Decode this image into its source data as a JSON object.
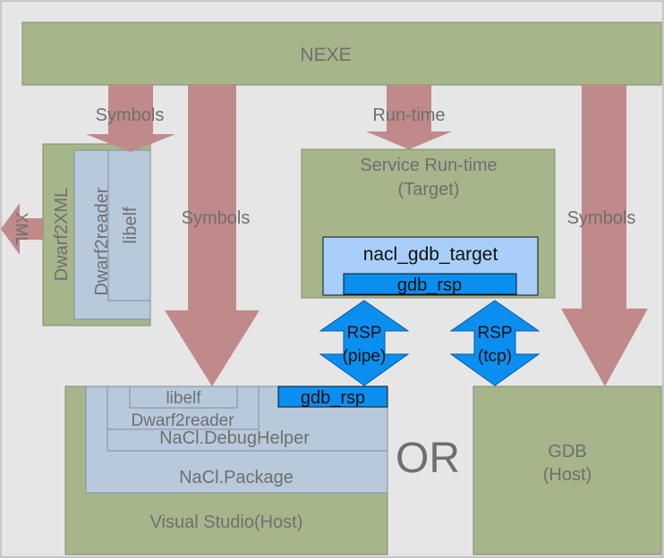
{
  "colors": {
    "background": "#e6e6e6",
    "green_box": "#a6b58a",
    "blue_box": "#b8c9dc",
    "light_blue_box": "#a8cffa",
    "bright_blue_box": "#0a8ff0",
    "arrow": "#c08a8a",
    "text_grey": "#6f6f6f",
    "text_dark": "#111111"
  },
  "diagram": {
    "nexe": "NEXE",
    "symbols_left": "Symbols",
    "runtime_arrow": "Run-time",
    "symbols_middle": "Symbols",
    "symbols_right": "Symbols",
    "dwarf2xml": "Dwarf2XML",
    "dwarf2reader_small": "Dwarf2reader",
    "libelf_small": "libelf",
    "xml_out": "XML",
    "service_runtime_line1": "Service Run-time",
    "service_runtime_line2": "(Target)",
    "nacl_gdb_target": "nacl_gdb_target",
    "gdb_rsp_target": "gdb_rsp",
    "rsp_pipe_line1": "RSP",
    "rsp_pipe_line2": "(pipe)",
    "rsp_tcp_line1": "RSP",
    "rsp_tcp_line2": "(tcp)",
    "libelf_vs": "libelf",
    "dwarf2reader_vs": "Dwarf2reader",
    "nacl_debughelper": "NaCl.DebugHelper",
    "nacl_package": "NaCl.Package",
    "gdb_rsp_vs": "gdb_rsp",
    "visual_studio": "Visual Studio(Host)",
    "or": "OR",
    "gdb_line1": "GDB",
    "gdb_line2": "(Host)"
  }
}
